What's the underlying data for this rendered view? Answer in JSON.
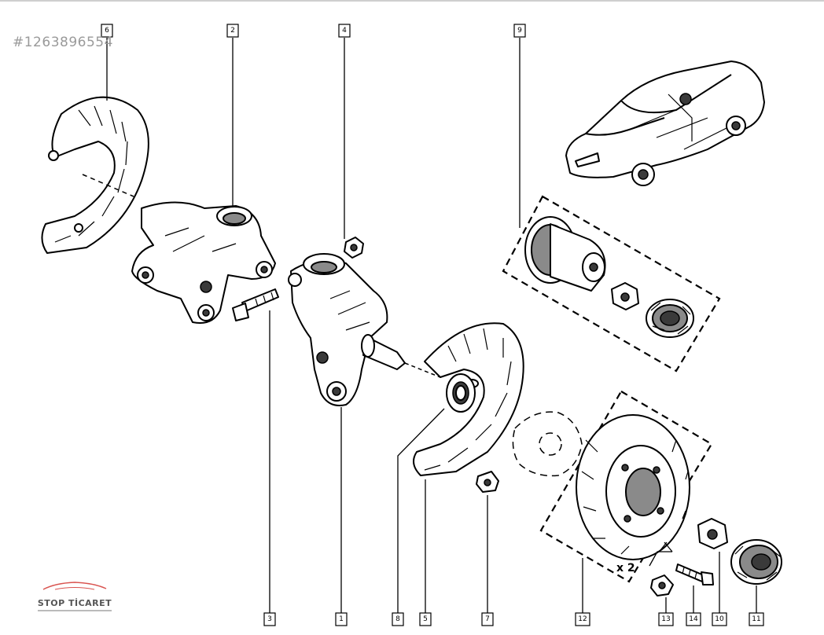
{
  "product_id": "#1263896554",
  "brand": {
    "name": "STOP TİCARET"
  },
  "callouts": [
    {
      "label": "6"
    },
    {
      "label": "2"
    },
    {
      "label": "4"
    },
    {
      "label": "9"
    },
    {
      "label": "3"
    },
    {
      "label": "1"
    },
    {
      "label": "8"
    },
    {
      "label": "5"
    },
    {
      "label": "7"
    },
    {
      "label": "12"
    },
    {
      "label": "13"
    },
    {
      "label": "14"
    },
    {
      "label": "10"
    },
    {
      "label": "11"
    }
  ],
  "multiplier": "x 2"
}
